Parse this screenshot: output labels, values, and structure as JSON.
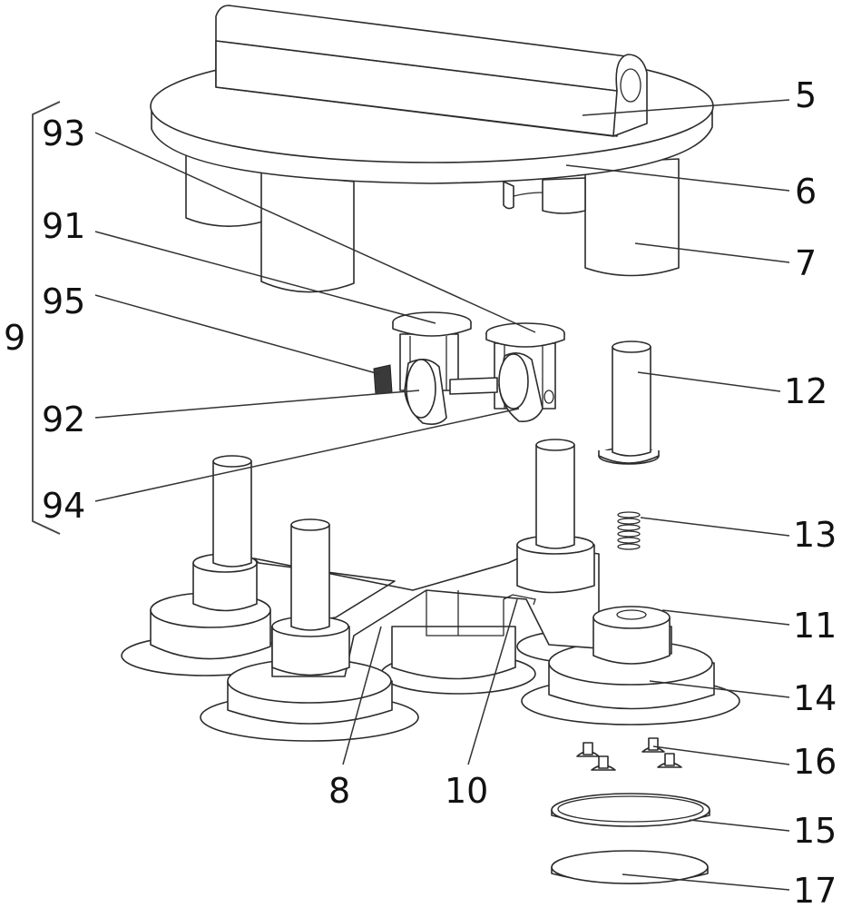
{
  "figure": {
    "type": "exploded mechanical assembly drawing",
    "group_label": {
      "number": "9",
      "members": [
        "93",
        "91",
        "95",
        "92",
        "94"
      ]
    }
  },
  "labels": [
    {
      "id": "5",
      "refers_to": "hinge-bar"
    },
    {
      "id": "6",
      "refers_to": "top-plate"
    },
    {
      "id": "7",
      "refers_to": "support-leg"
    },
    {
      "id": "93",
      "refers_to": "caster-right-mount"
    },
    {
      "id": "91",
      "refers_to": "caster-left-mount"
    },
    {
      "id": "95",
      "refers_to": "gear"
    },
    {
      "id": "92",
      "refers_to": "caster-left-wheel"
    },
    {
      "id": "94",
      "refers_to": "caster-right-wheel"
    },
    {
      "id": "12",
      "refers_to": "flanged-pin"
    },
    {
      "id": "13",
      "refers_to": "spring"
    },
    {
      "id": "11",
      "refers_to": "cross-frame-socket"
    },
    {
      "id": "14",
      "refers_to": "suction-base"
    },
    {
      "id": "8",
      "refers_to": "cross-frame"
    },
    {
      "id": "10",
      "refers_to": "frame-notch"
    },
    {
      "id": "16",
      "refers_to": "small-suction-cups"
    },
    {
      "id": "15",
      "refers_to": "sealing-ring"
    },
    {
      "id": "17",
      "refers_to": "pad-disc"
    }
  ]
}
